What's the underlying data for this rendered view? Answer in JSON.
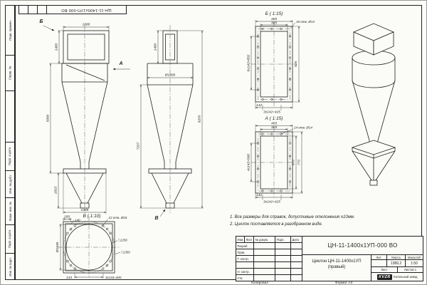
{
  "colors": {
    "paper": "#fbfbf8",
    "ink": "#1f1f1f"
  },
  "stamps": {
    "top_designation": "ЦН-11-1400х1УП-000 ВО",
    "copied_by": "Копировал",
    "format": "Формат А3"
  },
  "margin_labels": {
    "perv_primen": "Перв. примен.",
    "sprav_no": "Справ. №",
    "podp_data_1": "Подп. и дата",
    "inv_dubl": "Инв. № дубл.",
    "vzam_inv": "Взам. инв. №",
    "podp_data_2": "Подп. и дата",
    "inv_podl": "Инв. № подл."
  },
  "notes": [
    "1. Все размеры для справок, допустимые отклонения ±10мм.",
    "2. Циклон поставляется в разобранном виде."
  ],
  "front_view": {
    "dim_inlet_width": "1680",
    "dim_inlet_height": "1480",
    "dim_body_height": "5990",
    "dim_hopper_height": "1810",
    "dim_flange_width": "1385",
    "marker_b": "Б",
    "marker_a": "А"
  },
  "side_view": {
    "dim_inlet_height": "1480",
    "dim_diameter": "Ø1400",
    "dim_total_height": "9200",
    "dim_cone_height": "7207",
    "marker_v": "В"
  },
  "view_b": {
    "title": "Б ( 1:15)",
    "holes_note": "18 отв. Ø14",
    "dim_outer_width": "465",
    "dim_inner_width": "365",
    "dim_hole_pitch_v": "6х142=852",
    "dim_height": "925",
    "dim_edge": "142",
    "dim_hole_pitch_h": "3х142=425"
  },
  "view_a": {
    "title": "А ( 1:15)",
    "holes_note": "14 отв. Ø14",
    "dim_outer_width": "465",
    "dim_inner_width": "365",
    "dim_hole_pitch_v": "4х142=568",
    "dim_inner_height": "670",
    "dim_outer_height": "770",
    "dim_edge": "142",
    "dim_hole_pitch_h": "3х142=425"
  },
  "view_v": {
    "title": "В ( 1:10)",
    "holes_note": "12 отв. Ø18",
    "dim_offset": "200",
    "dim_140": "140",
    "dim_circle": "Ø1636",
    "dim_square_inner": "□1250",
    "dim_square_outer": "□1350",
    "dim_edge": "133",
    "dim_hole_pitch": "3х133=400"
  },
  "title_block": {
    "designation": "ЦН-11-1400х1УП-000 ВО",
    "name": "Циклон ЦН-11-1400х1УП",
    "name2": "(правый)",
    "headers": {
      "izm": "Изм.",
      "list": "Лист",
      "doc": "№ докум.",
      "podp": "Подп.",
      "data": "Дата"
    },
    "rows": {
      "razrab": "Разраб.",
      "prov": "Пров.",
      "tkontr": "Т. контр.",
      "nkontr": "Н. контр.",
      "utv": "Утв."
    },
    "lit_label": "Лит.",
    "mass_label": "Масса",
    "scale_label": "Масштаб",
    "mass_value": "1389,2",
    "scale_value": "1:50",
    "sheet_label": "Лист",
    "sheets_label": "Листов 1",
    "logo": "KVZR",
    "company": "Котельный завод"
  }
}
